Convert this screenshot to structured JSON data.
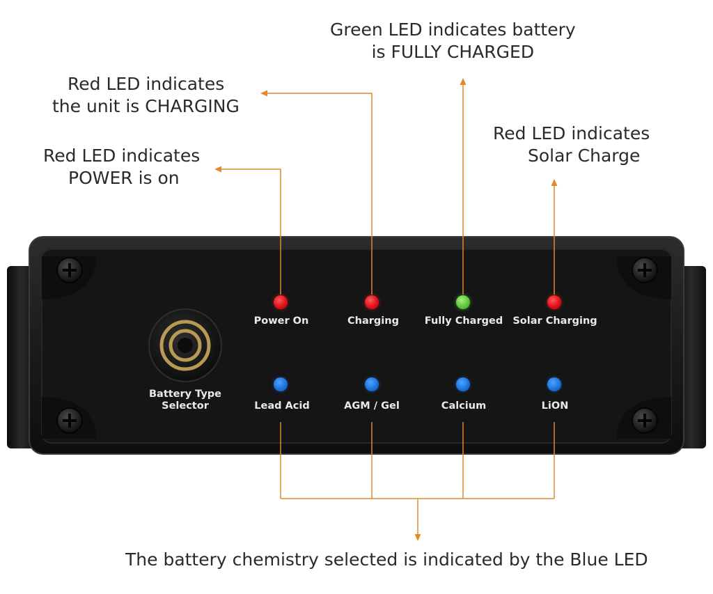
{
  "callouts": {
    "power_line1": "Red LED indicates",
    "power_line2": "POWER is on",
    "charging_line1": "Red LED indicates",
    "charging_line2": "the unit is CHARGING",
    "full_line1": "Green LED indicates battery",
    "full_line2": "is FULLY CHARGED",
    "solar_line1": "Red LED indicates",
    "solar_line2": "Solar Charge",
    "bottom": "The battery chemistry selected is indicated by the Blue LED"
  },
  "panel": {
    "selector_line1": "Battery Type",
    "selector_line2": "Selector",
    "status_leds": [
      {
        "label": "Power On",
        "color": "red"
      },
      {
        "label": "Charging",
        "color": "red"
      },
      {
        "label": "Fully Charged",
        "color": "green"
      },
      {
        "label": "Solar Charging",
        "color": "red"
      }
    ],
    "chemistry_leds": [
      {
        "label": "Lead Acid",
        "color": "blue"
      },
      {
        "label": "AGM / Gel",
        "color": "blue"
      },
      {
        "label": "Calcium",
        "color": "blue"
      },
      {
        "label": "LiON",
        "color": "blue"
      }
    ]
  },
  "colors": {
    "arrow": "#e08a2a",
    "panel_face": "#141414",
    "panel_label": "#e9e9e9",
    "red_led": "#e0101a",
    "green_led": "#5cc83a",
    "blue_led": "#1a6fd8",
    "selector_ring": "#b99a55"
  }
}
